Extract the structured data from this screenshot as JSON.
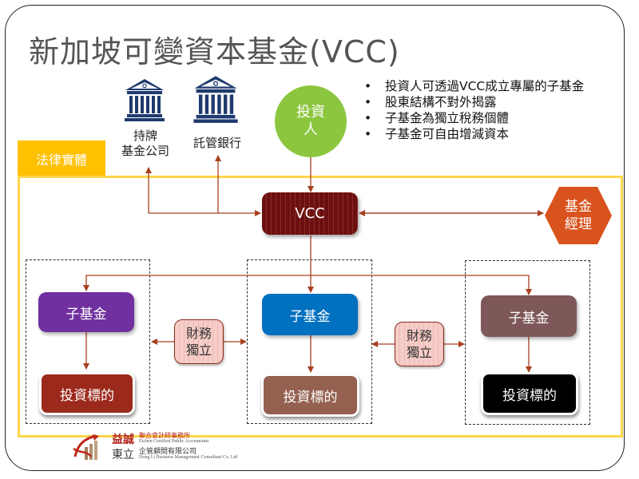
{
  "title": "新加坡可變資本基金(VCC)",
  "institutions": [
    {
      "name": "licensed-fund-company",
      "label_line1": "持牌",
      "label_line2": "基金公司",
      "icon": "bank-building-icon"
    },
    {
      "name": "custodian-bank",
      "label": "託管銀行",
      "icon": "bank-building-icon"
    }
  ],
  "investor": {
    "line1": "投資",
    "line2": "人"
  },
  "bullets": [
    "投資人可透過VCC成立專屬的子基金",
    "股東結構不對外揭露",
    "子基金為獨立稅務個體",
    "子基金可自由增減資本"
  ],
  "legal_entity_label": "法律實體",
  "vcc_label": "VCC",
  "fund_manager": {
    "line1": "基金",
    "line2": "經理"
  },
  "sub_funds": [
    {
      "label": "子基金",
      "color": "#7030a0",
      "target_label": "投資標的",
      "target_color": "#9c2a1c"
    },
    {
      "label": "子基金",
      "color": "#0070c0",
      "target_label": "投資標的",
      "target_color": "#946050"
    },
    {
      "label": "子基金",
      "color": "#7e5858",
      "target_label": "投資標的",
      "target_color": "#000000"
    }
  ],
  "financial_independence": {
    "line1": "財務",
    "line2": "獨立"
  },
  "colors": {
    "connector": "#a9401f",
    "investor_green": "#8cc63f",
    "legal_gold": "#ffc000",
    "vcc_maroon": "#6b0f10",
    "manager_orange": "#d9531e",
    "bank_navy": "#1f3a6e"
  },
  "logo": {
    "cn_top": "益誠",
    "firm_top": "聯合會計師事務所",
    "firm_top_en": "Eichen Certified Public Accountants",
    "cn_bottom": "東立",
    "firm_bottom": "企管顧問有限公司",
    "firm_bottom_en": "Dong Li Business Management Consultant Co. Ltd"
  }
}
